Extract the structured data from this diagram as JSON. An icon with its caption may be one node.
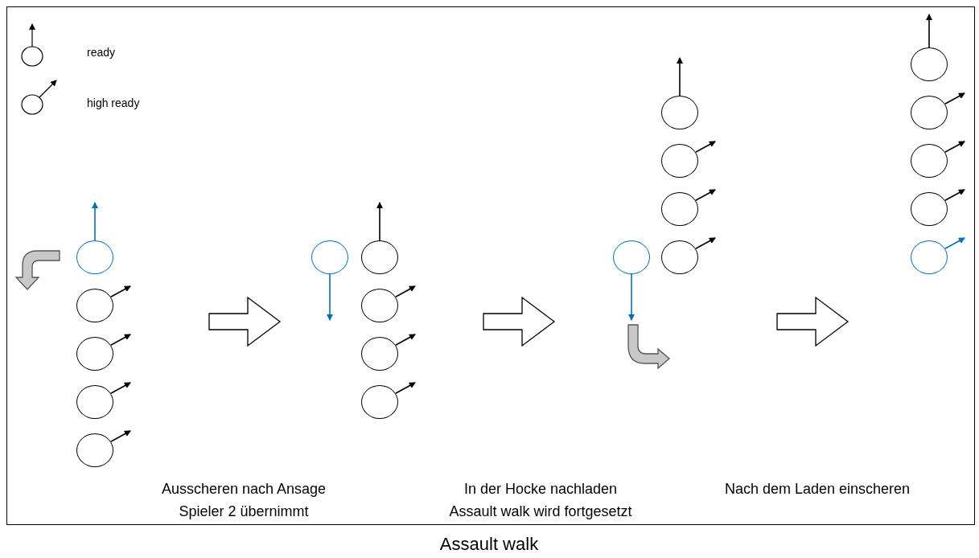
{
  "diagram": {
    "caption": "Assault walk",
    "nodes": [
      {
        "text": [],
        "shape": "circle"
      },
      {
        "text": [],
        "shape": "circle"
      },
      {
        "text": [],
        "shape": "circle"
      },
      {
        "text": [],
        "shape": "circle"
      },
      {
        "text": [],
        "shape": "circle"
      },
      {
        "text": [],
        "shape": "circle"
      },
      {
        "text": [],
        "shape": "circle"
      },
      {
        "text": [],
        "shape": "circle"
      },
      {
        "text": [],
        "shape": "circle"
      },
      {
        "text": [],
        "shape": "circle"
      },
      {
        "text": [],
        "shape": "circle"
      },
      {
        "text": [],
        "shape": "circle"
      },
      {
        "text": [],
        "shape": "circle"
      },
      {
        "text": [],
        "shape": "circle"
      },
      {
        "text": [],
        "shape": "circle"
      },
      {
        "text": [],
        "shape": "circle"
      },
      {
        "text": [],
        "shape": "circle"
      },
      {
        "text": [],
        "shape": "circle"
      },
      {
        "text": [],
        "shape": "circle"
      },
      {
        "text": [],
        "shape": "circle"
      }
    ],
    "edges": [
      {
        "from": 0,
        "to": null,
        "arrow": "to",
        "color": "#0070c0"
      },
      {
        "from": 1,
        "to": null,
        "arrow": "to"
      },
      {
        "from": 2,
        "to": null,
        "arrow": "to"
      },
      {
        "from": 3,
        "to": null,
        "arrow": "to"
      },
      {
        "from": 4,
        "to": null,
        "arrow": "to"
      },
      {
        "from": 5,
        "to": null,
        "arrow": "to",
        "color": "#0070c0"
      },
      {
        "from": 6,
        "to": null,
        "arrow": "to"
      },
      {
        "from": 7,
        "to": null,
        "arrow": "to"
      },
      {
        "from": 8,
        "to": null,
        "arrow": "to"
      },
      {
        "from": 9,
        "to": null,
        "arrow": "to"
      },
      {
        "from": 10,
        "to": null,
        "arrow": "to"
      },
      {
        "from": 11,
        "to": null,
        "arrow": "to"
      },
      {
        "from": 12,
        "to": null,
        "arrow": "to"
      },
      {
        "from": 13,
        "to": null,
        "arrow": "to"
      },
      {
        "from": 14,
        "to": null,
        "arrow": "to",
        "color": "#0070c0"
      },
      {
        "from": 15,
        "to": null,
        "arrow": "to"
      },
      {
        "from": 16,
        "to": null,
        "arrow": "to"
      },
      {
        "from": 17,
        "to": null,
        "arrow": "to"
      },
      {
        "from": 18,
        "to": null,
        "arrow": "to"
      },
      {
        "from": 19,
        "to": null,
        "arrow": "to",
        "color": "#0070c0"
      }
    ],
    "labels": [
      "Ausscheren nach Ansage",
      "Spieler 2 übernimmt",
      "In der Hocke nachladen",
      "Assault walk wird fortgesetzt",
      "Nach dem Laden einscheren"
    ],
    "legend": [
      {
        "text": "ready"
      },
      {
        "text": "high ready"
      }
    ]
  }
}
